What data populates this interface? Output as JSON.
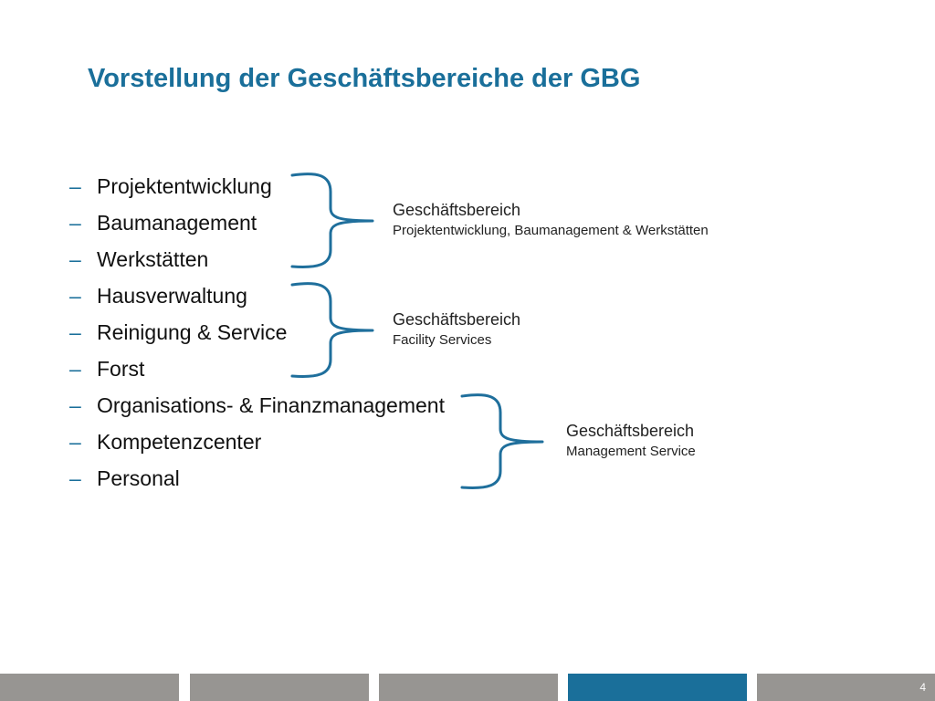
{
  "slide": {
    "title": "Vorstellung der Geschäftsbereiche der GBG",
    "bullet_marker": "–",
    "bullets": [
      "Projektentwicklung",
      "Baumanagement",
      "Werkstätten",
      "Hausverwaltung",
      "Reinigung & Service",
      "Forst",
      "Organisations- & Finanzmanagement",
      "Kompetenzcenter",
      "Personal"
    ],
    "groups": [
      {
        "heading": "Geschäftsbereich",
        "subtitle": "Projektentwicklung, Baumanagement & Werkstätten"
      },
      {
        "heading": "Geschäftsbereich",
        "subtitle": "Facility Services"
      },
      {
        "heading": "Geschäftsbereich",
        "subtitle": "Management Service"
      }
    ],
    "page_number": "4"
  },
  "colors": {
    "title": "#1a6f9a",
    "brace": "#1f6f9c",
    "footer_gray": "#979592",
    "footer_active": "#1a6f9a"
  },
  "footer": {
    "active_segment_index": 3,
    "segment_count": 5
  }
}
